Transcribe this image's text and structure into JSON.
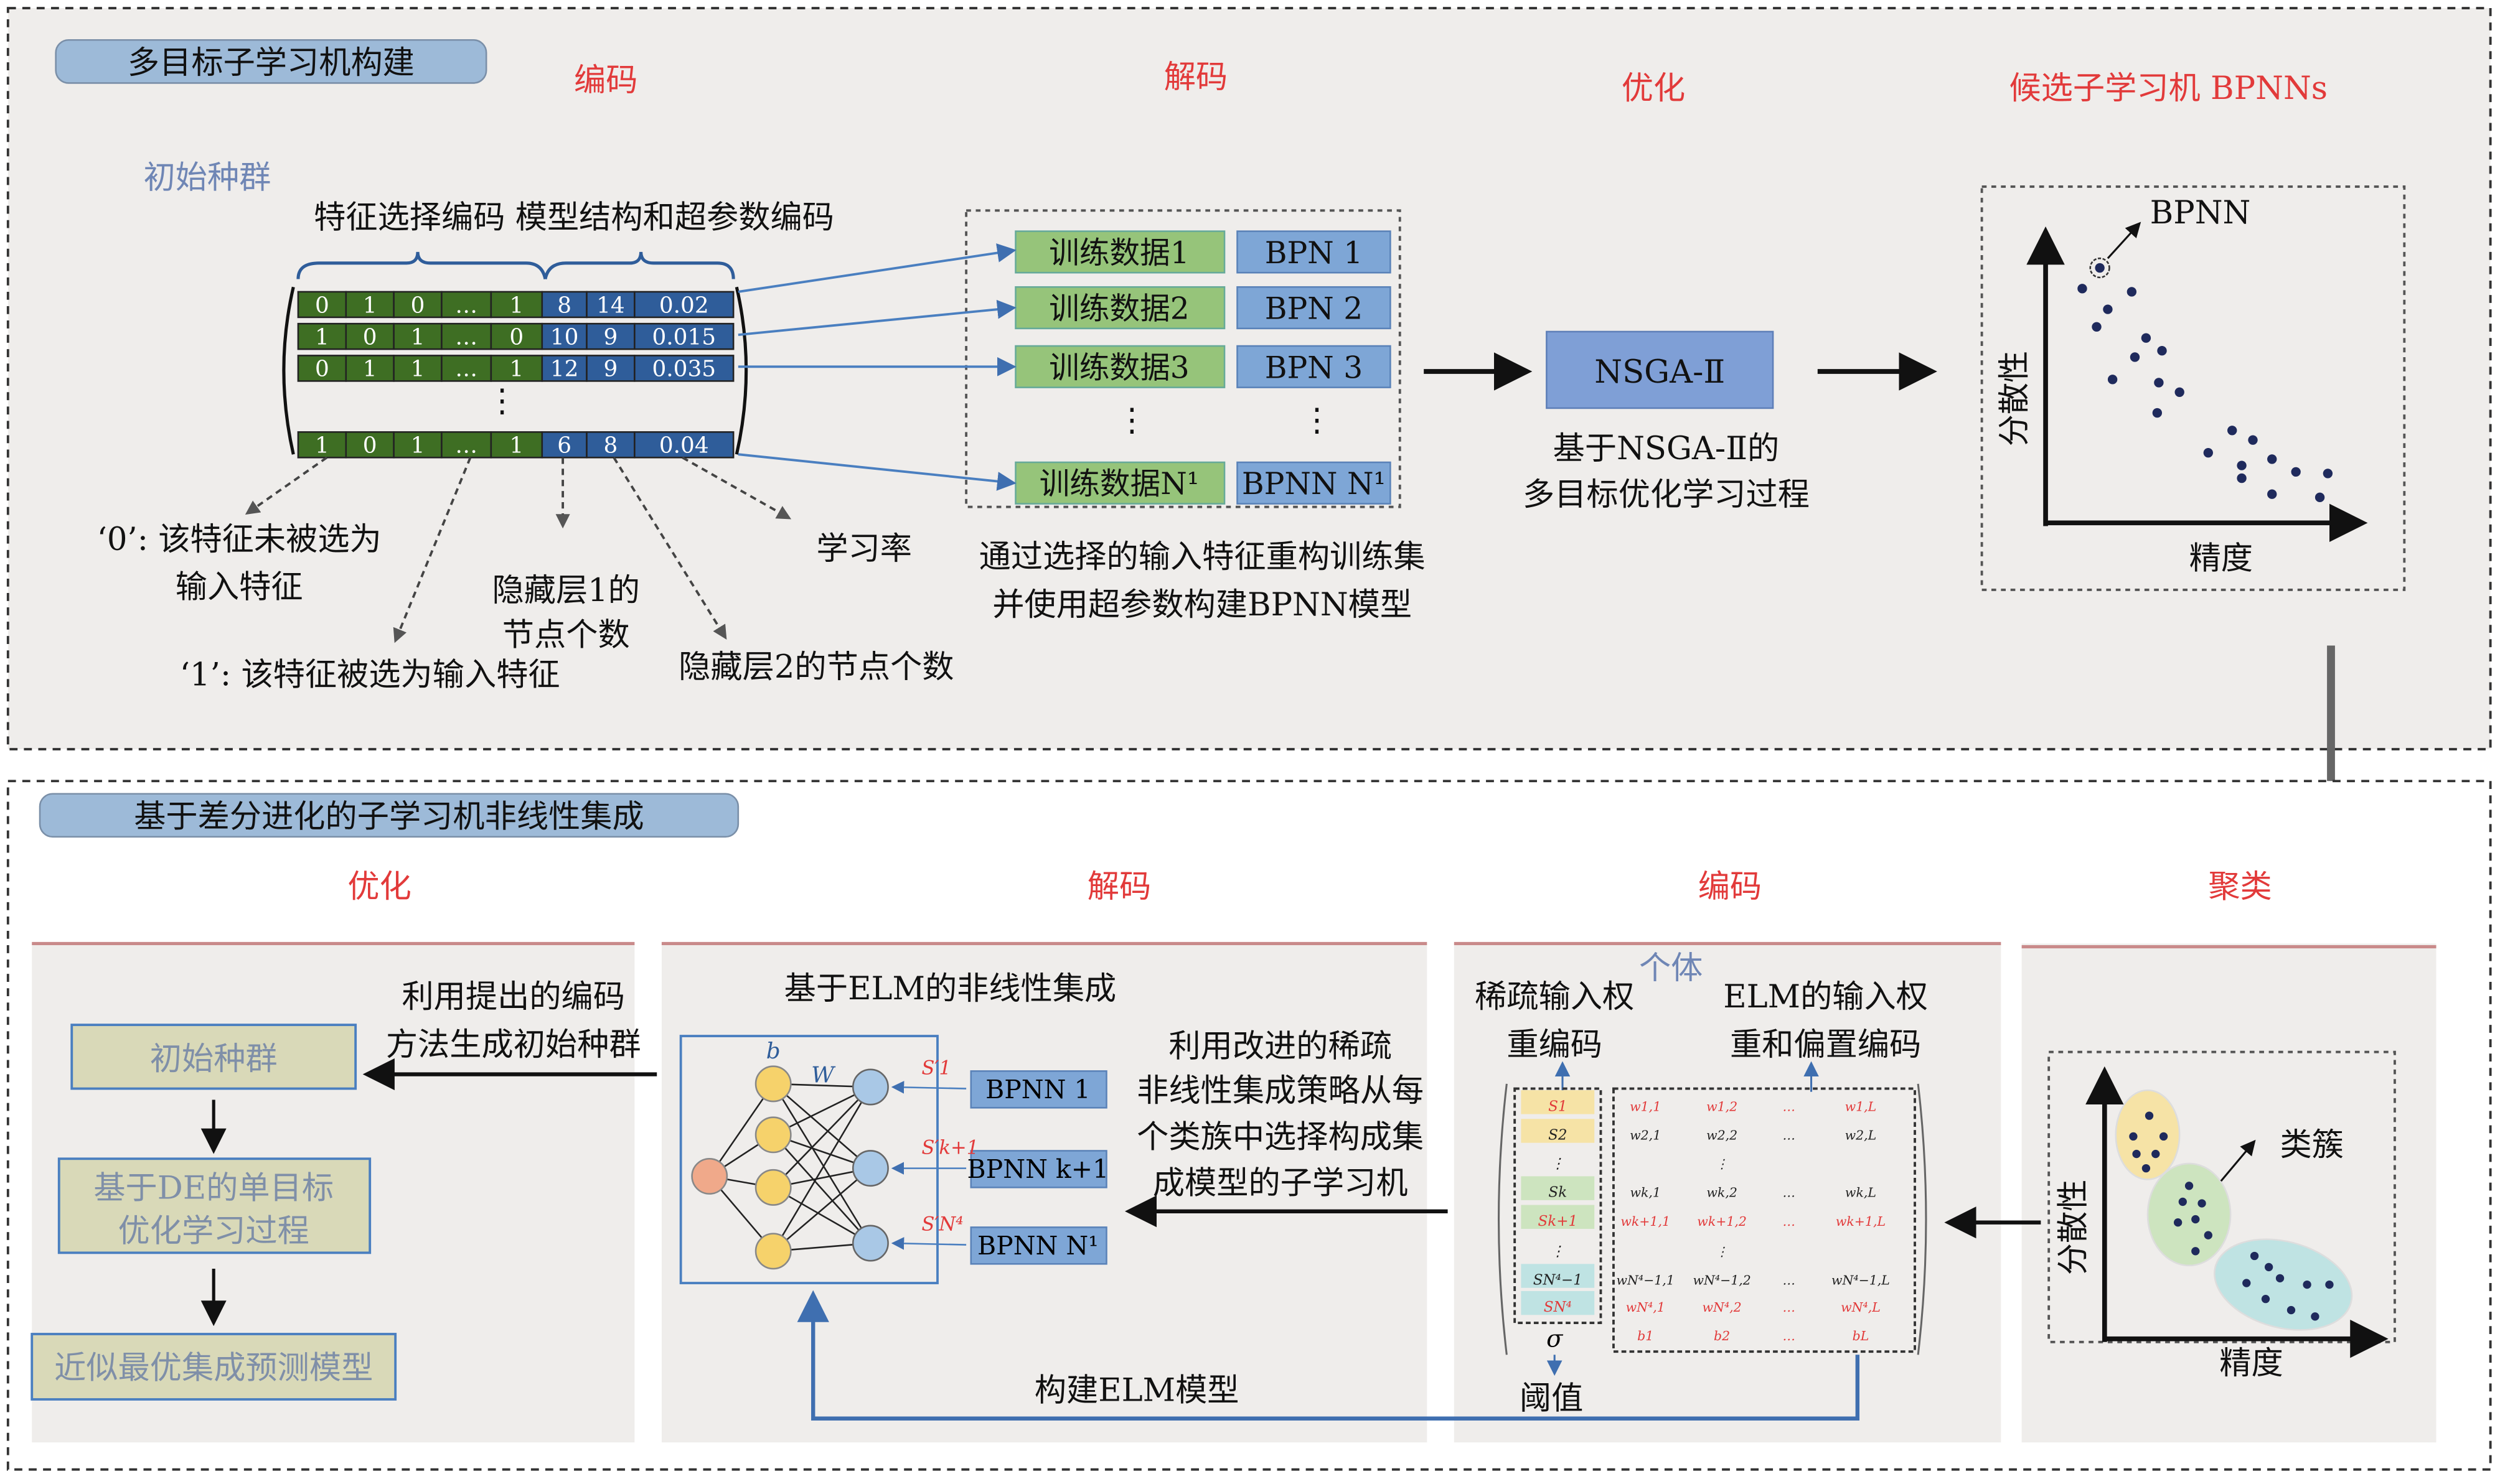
{
  "top": {
    "title": "多目标子学习机构建",
    "stage_encode": "编码",
    "stage_decode": "解码",
    "stage_optimize": "优化",
    "stage_candidates": "候选子学习机 BPNNs",
    "init_population": "初始种群",
    "encoding_header": "特征选择编码 模型结构和超参数编码",
    "rows": [
      [
        "0",
        "1",
        "0",
        "…",
        "1",
        "8",
        "14",
        "0.02"
      ],
      [
        "1",
        "0",
        "1",
        "…",
        "0",
        "10",
        "9",
        "0.015"
      ],
      [
        "0",
        "1",
        "1",
        "…",
        "1",
        "12",
        "9",
        "0.035"
      ],
      [
        "1",
        "0",
        "1",
        "…",
        "1",
        "6",
        "8",
        "0.04"
      ]
    ],
    "ann_zero_1": "‘0’: 该特征未被选为",
    "ann_zero_2": "输入特征",
    "ann_one": "‘1’: 该特征被选为输入特征",
    "ann_h1_1": "隐藏层1的",
    "ann_h1_2": "节点个数",
    "ann_h2": "隐藏层2的节点个数",
    "ann_lr": "学习率",
    "decode_note_1": "通过选择的输入特征重构训练集",
    "decode_note_2": "并使用超参数构建BPNN模型",
    "train_data": [
      "训练数据1",
      "训练数据2",
      "训练数据3",
      "训练数据N¹"
    ],
    "bpn": [
      "BPN 1",
      "BPN 2",
      "BPN 3",
      "BPNN N¹"
    ],
    "nsga_label": "NSGA-Ⅱ",
    "nsga_note_1": "基于NSGA-Ⅱ的",
    "nsga_note_2": "多目标优化学习过程",
    "plot_ylabel": "分散性",
    "plot_xlabel": "精度",
    "plot_point_label": "BPNN"
  },
  "bottom": {
    "title": "基于差分进化的子学习机非线性集成",
    "stage_optimize": "优化",
    "stage_decode": "解码",
    "stage_encode": "编码",
    "stage_cluster": "聚类",
    "box_init": "初始种群",
    "box_de_1": "基于DE的单目标",
    "box_de_2": "优化学习过程",
    "box_final": "近似最优集成预测模型",
    "gen_note_1": "利用提出的编码",
    "gen_note_2": "方法生成初始种群",
    "elm_title": "基于ELM的非线性集成",
    "net_b": "b",
    "net_w": "W",
    "s_labels": [
      "S′1",
      "S′k+1",
      "S′N⁴"
    ],
    "bpnn_boxes": [
      "BPNN 1",
      "BPNN k+1",
      "BPNN N¹"
    ],
    "select_note": [
      "利用改进的稀疏",
      "非线性集成策略从每",
      "个类族中选择构成集",
      "成模型的子学习机"
    ],
    "build_elm": "构建ELM模型",
    "individual": "个体",
    "sparse_1": "稀疏输入权",
    "sparse_2": "重编码",
    "elm_enc_1": "ELM的输入权",
    "elm_enc_2": "重和偏置编码",
    "col_items": [
      "S1",
      "S2",
      "⋮",
      "Sk",
      "Sk+1",
      "⋮",
      "SN⁴−1",
      "SN⁴"
    ],
    "matrix": [
      [
        "w1,1",
        "w1,2",
        "…",
        "w1,L"
      ],
      [
        "w2,1",
        "w2,2",
        "…",
        "w2,L"
      ],
      [
        "",
        "⋮",
        "",
        ""
      ],
      [
        "wk,1",
        "wk,2",
        "…",
        "wk,L"
      ],
      [
        "wk+1,1",
        "wk+1,2",
        "…",
        "wk+1,L"
      ],
      [
        "",
        "⋮",
        "",
        ""
      ],
      [
        "wN⁴−1,1",
        "wN⁴−1,2",
        "…",
        "wN⁴−1,L"
      ],
      [
        "wN⁴,1",
        "wN⁴,2",
        "…",
        "wN⁴,L"
      ],
      [
        "b1",
        "b2",
        "…",
        "bL"
      ]
    ],
    "sigma": "σ",
    "threshold": "阈值",
    "cluster_label": "类簇",
    "plot_ylabel": "分散性",
    "plot_xlabel": "精度"
  },
  "colors": {
    "accent_red": "#e23a3a",
    "green_cell": "#3e6e23",
    "blue_cell": "#2f5d9a",
    "panel_bg": "#efedeb",
    "title_box": "#9dbad8",
    "nsga_box": "#7f9fd6"
  }
}
